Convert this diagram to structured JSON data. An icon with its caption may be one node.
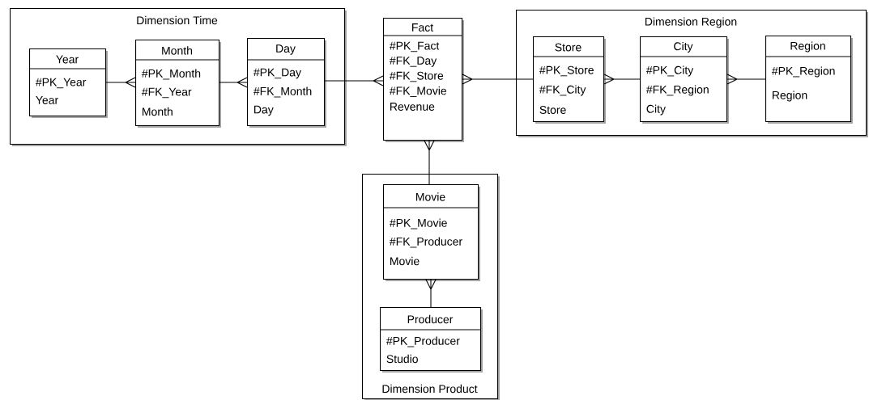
{
  "diagram": {
    "nodes": [
      {
        "text": [
          "Dimension Time"
        ]
      },
      {
        "text": [
          "Year",
          "#PK_Year",
          "Year"
        ],
        "in": 0
      },
      {
        "text": [
          "Month",
          "#PK_Month",
          "#FK_Year",
          "Month"
        ],
        "in": 0
      },
      {
        "text": [
          "Day",
          "#PK_Day",
          "#FK_Month",
          "Day"
        ],
        "in": 0
      },
      {
        "text": [
          "Fact",
          "#PK_Fact",
          "#FK_Day",
          "#FK_Store",
          "#FK_Movie",
          "Revenue"
        ]
      },
      {
        "text": [
          "Dimension Region"
        ]
      },
      {
        "text": [
          "Store",
          "#PK_Store",
          "#FK_City",
          "Store"
        ],
        "in": 5
      },
      {
        "text": [
          "City",
          "#PK_City",
          "#FK_Region",
          "City"
        ],
        "in": 5
      },
      {
        "text": [
          "Region",
          "#PK_Region",
          "Region"
        ],
        "in": 5
      },
      {
        "text": [
          "Dimension Product"
        ]
      },
      {
        "text": [
          "Movie",
          "#PK_Movie",
          "#FK_Producer",
          "Movie"
        ],
        "in": 9
      },
      {
        "text": [
          "Producer",
          "#PK_Producer",
          "Studio"
        ],
        "in": 9
      }
    ],
    "edges": [
      {
        "from": 1,
        "to": 2,
        "arrow": "other"
      },
      {
        "from": 2,
        "to": 3,
        "arrow": "other"
      },
      {
        "from": 3,
        "to": 4,
        "arrow": "other"
      },
      {
        "from": 6,
        "to": 4,
        "arrow": "other"
      },
      {
        "from": 7,
        "to": 6,
        "arrow": "other"
      },
      {
        "from": 8,
        "to": 7,
        "arrow": "other"
      },
      {
        "from": 10,
        "to": 4,
        "arrow": "other"
      },
      {
        "from": 11,
        "to": 10,
        "arrow": "other"
      }
    ]
  }
}
